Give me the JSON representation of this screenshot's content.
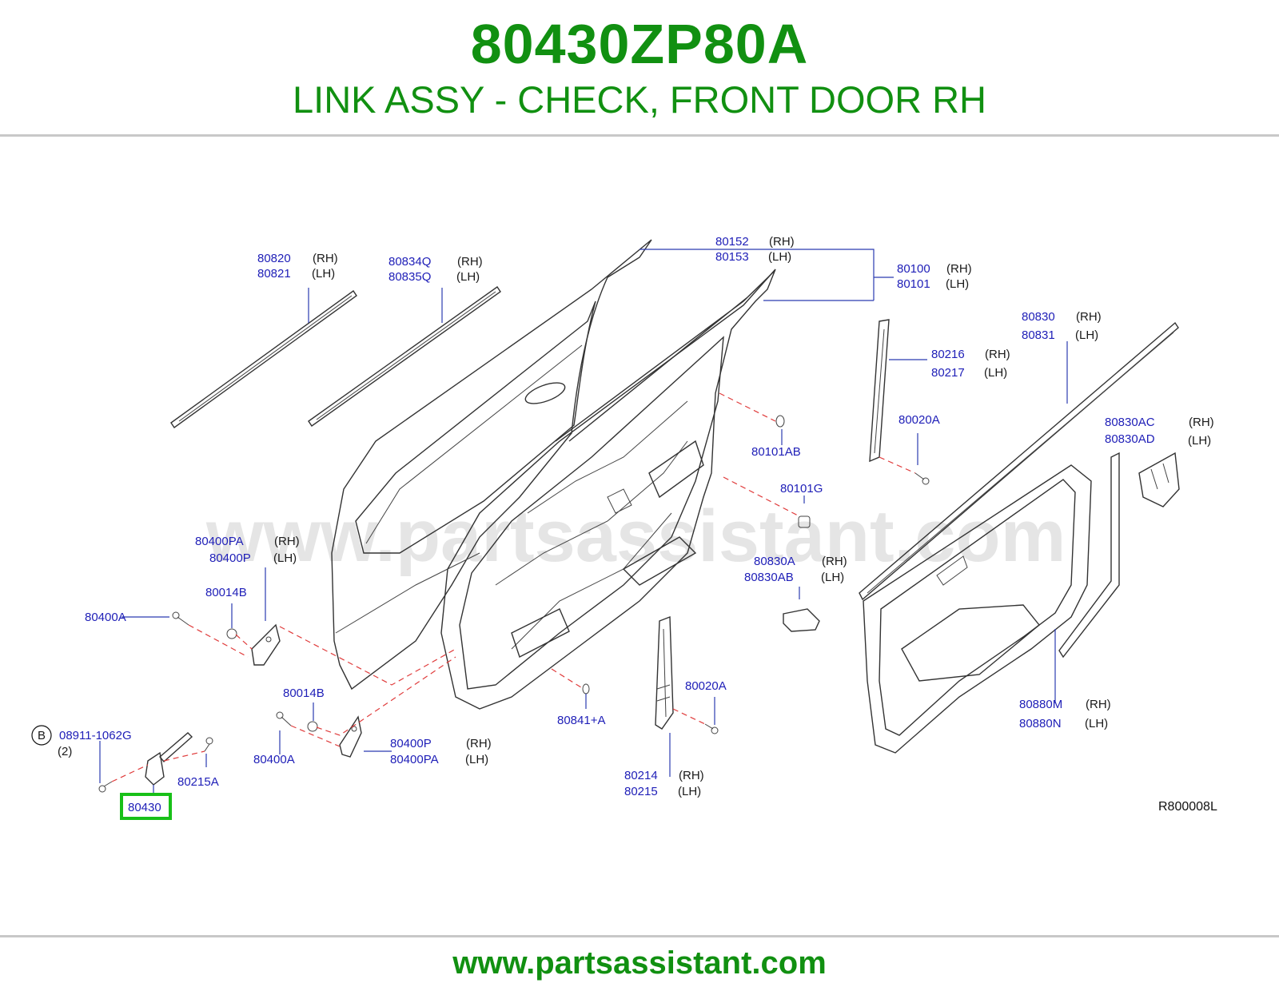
{
  "header": {
    "part_number": "80430ZP80A",
    "description": "LINK ASSY - CHECK, FRONT DOOR RH"
  },
  "footer": {
    "site": "www.partsassistant.com"
  },
  "watermark": "www.partsassistant.com",
  "diagram_code": "R800008L",
  "highlight_color": "#18c018",
  "callouts": {
    "c80820": "80820",
    "c80820_side": "(RH)",
    "c80821": "80821",
    "c80821_side": "(LH)",
    "c80834Q": "80834Q",
    "c80834Q_side": "(RH)",
    "c80835Q": "80835Q",
    "c80835Q_side": "(LH)",
    "c80152": "80152",
    "c80152_side": "(RH)",
    "c80153": "80153",
    "c80153_side": "(LH)",
    "c80100": "80100",
    "c80100_side": "(RH)",
    "c80101": "80101",
    "c80101_side": "(LH)",
    "c80830": "80830",
    "c80830_side": "(RH)",
    "c80831": "80831",
    "c80831_side": "(LH)",
    "c80216": "80216",
    "c80216_side": "(RH)",
    "c80217": "80217",
    "c80217_side": "(LH)",
    "c80020A_top": "80020A",
    "c80830AC": "80830AC",
    "c80830AC_side": "(RH)",
    "c80830AD": "80830AD",
    "c80830AD_side": "(LH)",
    "c80101AB": "80101AB",
    "c80101G": "80101G",
    "c80400PA_top": "80400PA",
    "c80400PA_top_side": "(RH)",
    "c80400P_top": "80400P",
    "c80400P_top_side": "(LH)",
    "c80014B_top": "80014B",
    "c80400A_top": "80400A",
    "c80830A": "80830A",
    "c80830A_side": "(RH)",
    "c80830AB": "80830AB",
    "c80830AB_side": "(LH)",
    "c80020A_bottom": "80020A",
    "c80880M": "80880M",
    "c80880M_side": "(RH)",
    "c80880N": "80880N",
    "c80880N_side": "(LH)",
    "c80014B_bottom": "80014B",
    "c80841A": "80841+A",
    "ref_marker": "B",
    "c08911": "08911-1062G",
    "c08911_qty": "(2)",
    "c80400P_bottom": "80400P",
    "c80400P_bottom_side": "(RH)",
    "c80400PA_bottom": "80400PA",
    "c80400PA_bottom_side": "(LH)",
    "c80400A_bottom": "80400A",
    "c80215A": "80215A",
    "c80214": "80214",
    "c80214_side": "(RH)",
    "c80215": "80215",
    "c80215_side": "(LH)",
    "c80430": "80430"
  }
}
